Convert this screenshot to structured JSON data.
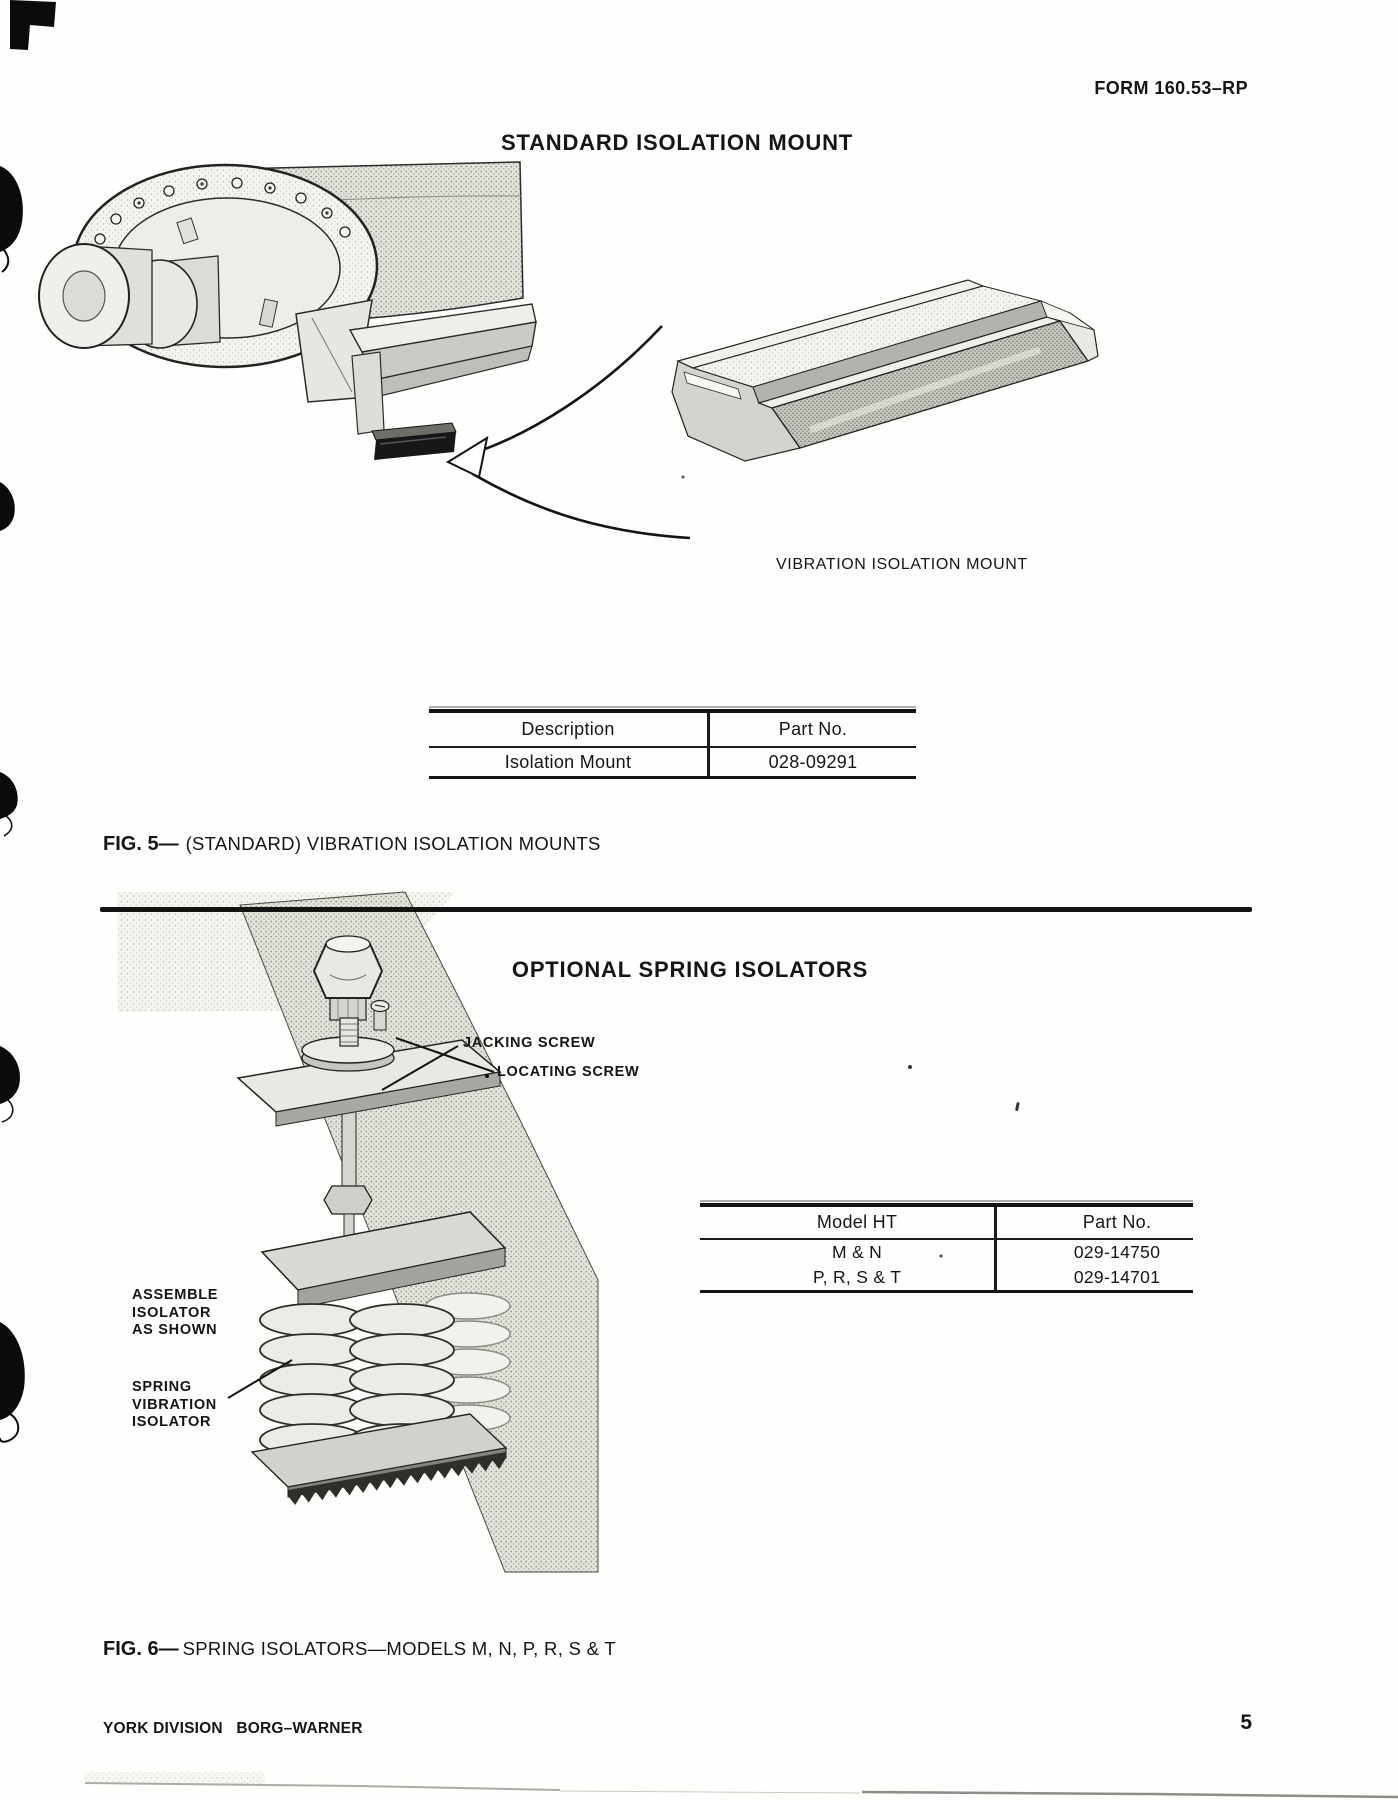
{
  "header": {
    "form_number": "FORM 160.53–RP"
  },
  "standard_section": {
    "title": "STANDARD ISOLATION MOUNT",
    "callout": "VIBRATION ISOLATION MOUNT",
    "table": {
      "headers": [
        "Description",
        "Part No."
      ],
      "rows": [
        [
          "Isolation Mount",
          "028-09291"
        ]
      ]
    },
    "caption": {
      "fig": "FIG. 5—",
      "text": "(STANDARD) VIBRATION ISOLATION MOUNTS"
    }
  },
  "optional_section": {
    "title": "OPTIONAL SPRING ISOLATORS",
    "labels": {
      "jacking_screw": "JACKING SCREW",
      "locating_screw": "LOCATING SCREW",
      "assemble": [
        "ASSEMBLE",
        "ISOLATOR",
        "AS SHOWN"
      ],
      "spring": [
        "SPRING",
        "VIBRATION",
        "ISOLATOR"
      ]
    },
    "table": {
      "headers": [
        "Model HT",
        "Part No."
      ],
      "rows": [
        [
          "M & N",
          "029-14750"
        ],
        [
          "P, R, S & T",
          "029-14701"
        ]
      ]
    },
    "caption": {
      "fig": "FIG. 6—",
      "text": "SPRING ISOLATORS—MODELS M, N, P, R, S & T"
    }
  },
  "footer": {
    "company": "YORK DIVISION   BORG–WARNER",
    "page_number": "5"
  },
  "colors": {
    "ink": "#151515",
    "paper": "#fefefc"
  }
}
